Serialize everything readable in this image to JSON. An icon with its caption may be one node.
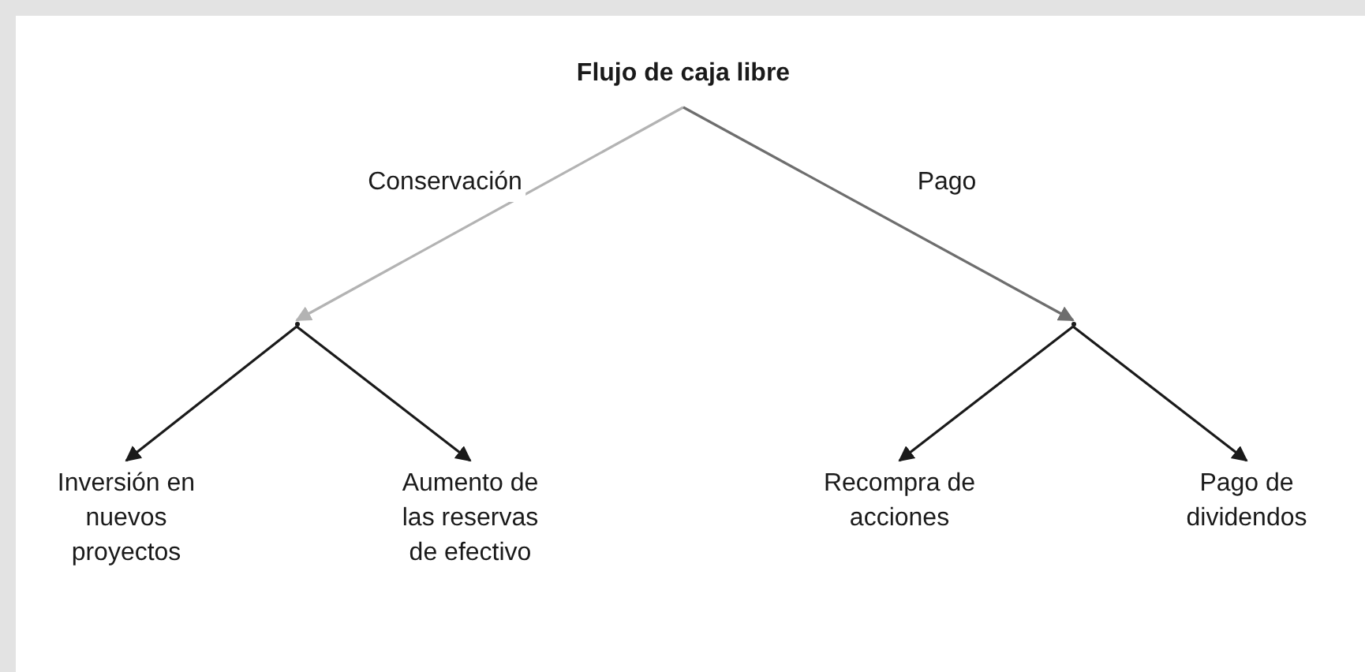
{
  "diagram": {
    "nodes": [
      {
        "text": [
          "Flujo de caja libre"
        ]
      },
      {
        "text": [],
        "shape": "point"
      },
      {
        "text": [],
        "shape": "point"
      },
      {
        "text": [
          "Inversión en nuevos proyectos"
        ]
      },
      {
        "text": [
          "Aumento de las reservas de efectivo"
        ]
      },
      {
        "text": [
          "Recompra de acciones"
        ]
      },
      {
        "text": [
          "Pago de dividendos"
        ]
      }
    ],
    "edges": [
      {
        "from": 0,
        "to": 1,
        "arrow": "to",
        "label": "Conservación",
        "color": "#b3b3b3"
      },
      {
        "from": 0,
        "to": 2,
        "arrow": "to",
        "label": "Pago",
        "color": "#6e6e6e"
      },
      {
        "from": 1,
        "to": 3,
        "arrow": "to"
      },
      {
        "from": 1,
        "to": 4,
        "arrow": "to"
      },
      {
        "from": 2,
        "to": 5,
        "arrow": "to"
      },
      {
        "from": 2,
        "to": 6,
        "arrow": "to"
      }
    ]
  }
}
